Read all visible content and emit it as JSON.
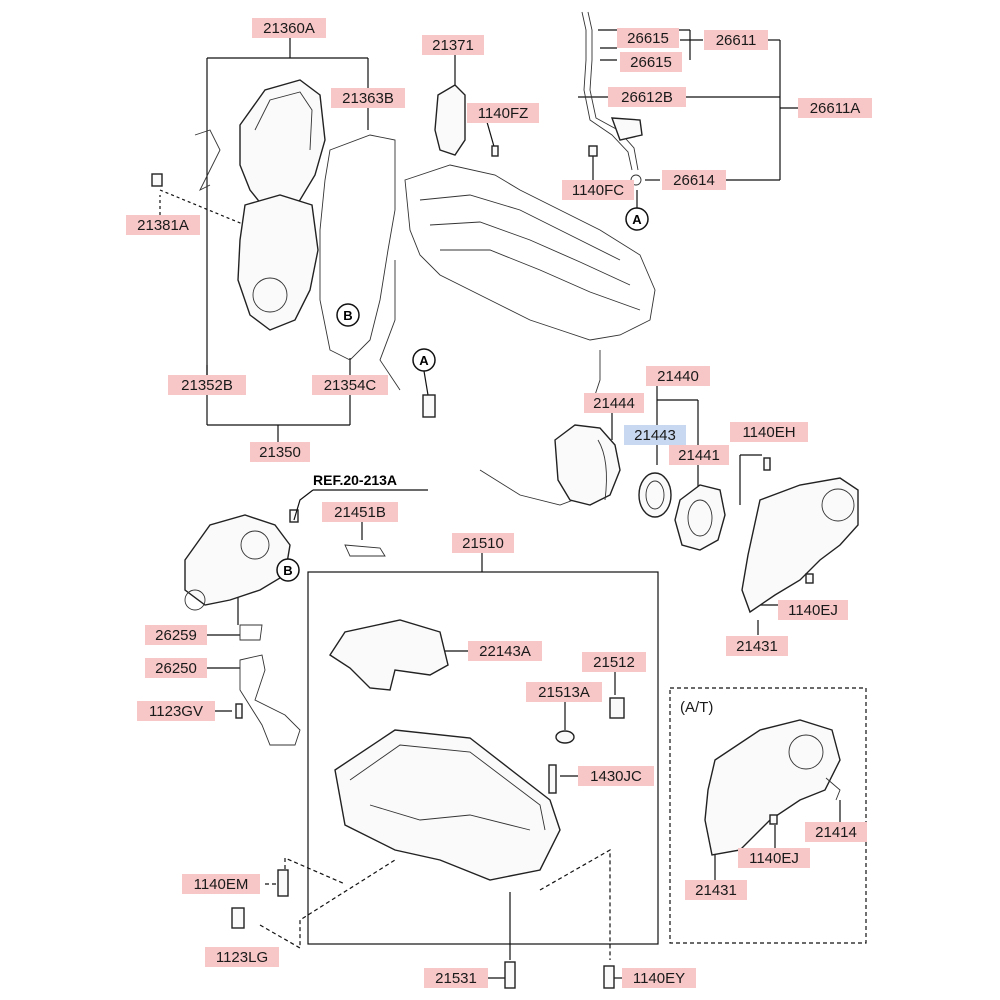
{
  "ref_label": "REF.20-213A",
  "at_label": "(A/T)",
  "callouts": {
    "a": "A",
    "b": "B"
  },
  "labels": {
    "p21360A": "21360A",
    "p21363B": "21363B",
    "p21381A": "21381A",
    "p21352B": "21352B",
    "p21354C": "21354C",
    "p21350": "21350",
    "p21371": "21371",
    "p1140FZ": "1140FZ",
    "p26615a": "26615",
    "p26615b": "26615",
    "p26611": "26611",
    "p26612B": "26612B",
    "p26611A": "26611A",
    "p1140FC": "1140FC",
    "p26614": "26614",
    "p21440": "21440",
    "p21444": "21444",
    "p21443": "21443",
    "p21441": "21441",
    "p1140EH": "1140EH",
    "p21451B": "21451B",
    "p21510": "21510",
    "p26259": "26259",
    "p26250": "26250",
    "p1123GV": "1123GV",
    "p22143A": "22143A",
    "p21512": "21512",
    "p21513A": "21513A",
    "p1430JC": "1430JC",
    "p1140EJa": "1140EJ",
    "p21431a": "21431",
    "p21414": "21414",
    "p1140EJb": "1140EJ",
    "p21431b": "21431",
    "p1140EM": "1140EM",
    "p1123LG": "1123LG",
    "p21531": "21531",
    "p1140EY": "1140EY"
  }
}
